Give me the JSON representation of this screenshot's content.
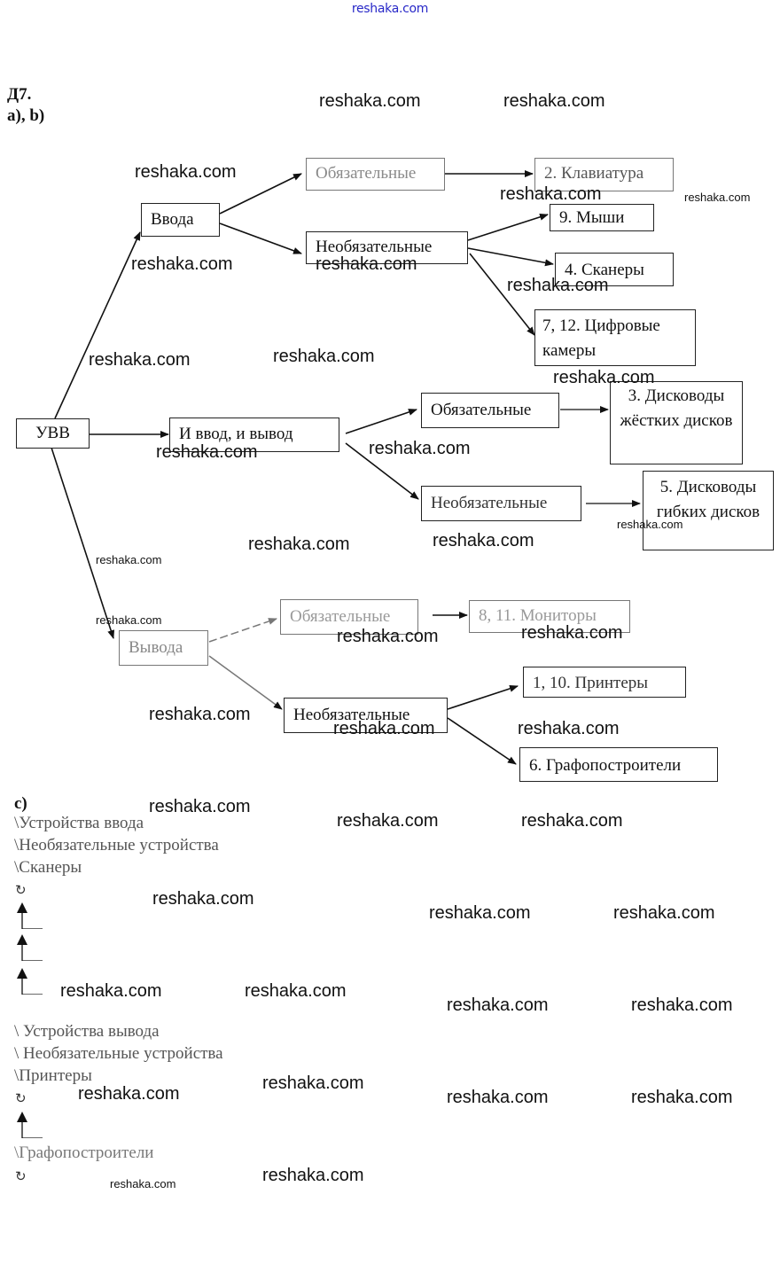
{
  "site_header": "reshaka.com",
  "heading": {
    "task": "Д7.",
    "parts_ab": "a), b)",
    "part_c": "c)"
  },
  "tree": {
    "root": "УВВ",
    "input": {
      "label": "Ввода",
      "mandatory": {
        "label": "Обязательные",
        "items": [
          "2. Клавиатура"
        ]
      },
      "optional": {
        "label": "Необязательные",
        "items": [
          "9. Мыши",
          "4. Сканеры",
          "7, 12. Цифровые камеры"
        ]
      }
    },
    "io": {
      "label": "И ввод, и вывод",
      "mandatory": {
        "label": "Обязательные",
        "items": [
          "3. Дисководы жёстких дисков"
        ]
      },
      "optional": {
        "label": "Необязательные",
        "items": [
          "5. Дисководы гибких дисков"
        ]
      }
    },
    "output": {
      "label": "Вывода",
      "mandatory": {
        "label": "Обязательные",
        "items": [
          "8, 11. Мониторы"
        ]
      },
      "optional": {
        "label": "Необязательные",
        "items": [
          "1, 10. Принтеры",
          "6. Графопостроители"
        ]
      }
    }
  },
  "paths": {
    "scanner": [
      "\\Устройства ввода",
      "\\Необязательные устройства",
      "\\Сканеры"
    ],
    "printer": [
      "\\ Устройства вывода",
      "\\ Необязательные устройства",
      "\\Принтеры"
    ],
    "plotter": [
      "\\Графопостроители"
    ]
  },
  "icons": {
    "refresh": "↻"
  },
  "watermark": "reshaka.com"
}
